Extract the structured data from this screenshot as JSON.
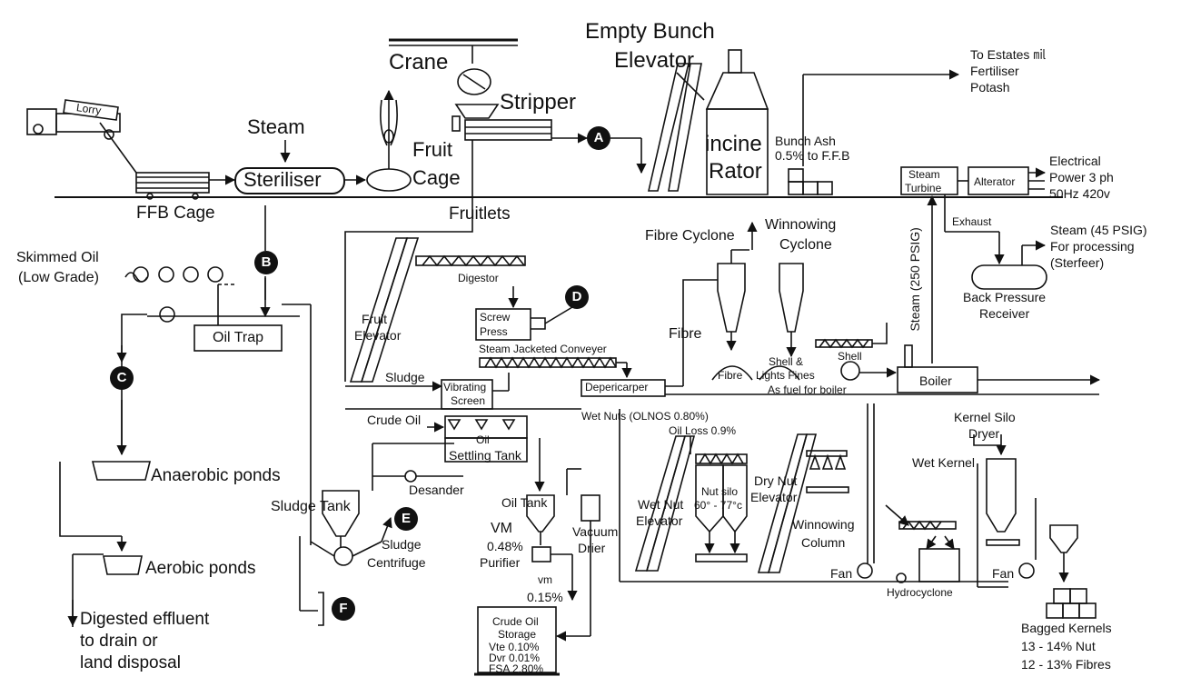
{
  "labels": {
    "lorry": "Lorry",
    "steam": "Steam",
    "steriliser": "Steriliser",
    "crane": "Crane",
    "fruit": "Fruit",
    "cage": "Cage",
    "stripper": "Stripper",
    "ffb_cage": "FFB Cage",
    "empty_bunch": "Empty Bunch",
    "elevator": "Elevator",
    "incine": "incine",
    "rator": "Rator",
    "bunch_ash_1": "Bunch Ash",
    "bunch_ash_2": "0.5% to F.F.B",
    "to_estates_1": "To Estates ㏕",
    "to_estates_2": "Fertiliser",
    "to_estates_3": "Potash",
    "steam_turbine_1": "Steam",
    "steam_turbine_2": "Turbine",
    "alterator": "Alterator",
    "electrical_1": "Electrical",
    "electrical_2": "Power 3 ph",
    "electrical_3": "50Hz 420v",
    "exhaust": "Exhaust",
    "steam45_1": "Steam (45 PSIG)",
    "steam45_2": "For processing",
    "steam45_3": "(Sterfeer)",
    "back_pressure_1": "Back Pressure",
    "back_pressure_2": "Receiver",
    "steam250": "Steam (250 PSIG)",
    "fruitlets": "Fruitlets",
    "skimmed_oil_1": "Skimmed Oil",
    "skimmed_oil_2": "(Low Grade)",
    "oil_trap": "Oil Trap",
    "fruit_elevator_1": "Fruit",
    "fruit_elevator_2": "Elevator",
    "digester": "Digestor",
    "screw_press_1": "Screw",
    "screw_press_2": "Press",
    "steam_jacketed": "Steam Jacketed Conveyer",
    "sludge": "Sludge",
    "vibrating_screen_1": "Vibrating",
    "vibrating_screen_2": "Screen",
    "depericarper": "Depericarper",
    "fibre_cyclone": "Fibre Cyclone",
    "winnowing_cyclone_1": "Winnowing",
    "winnowing_cyclone_2": "Cyclone",
    "fibre": "Fibre",
    "fibre_heap": "Fibre",
    "shell_lights_1": "Shell &",
    "shell_lights_2": "Lights Fines",
    "as_fuel": "As fuel for boiler",
    "shell": "Shell",
    "boiler": "Boiler",
    "crude_oil": "Crude Oil",
    "oil_settling_1": "Oil",
    "oil_settling_2": "Settling Tank",
    "wet_nuts": "Wet Nuts (OLNOS 0.80%)",
    "oil_loss": "Oil Loss 0.9%",
    "kernel_silo_1": "Kernel Silo",
    "kernel_silo_2": "Dryer",
    "wet_kernel": "Wet Kernel",
    "sludge_tank": "Sludge Tank",
    "desander": "Desander",
    "oil_tank": "Oil Tank",
    "vacuum_drier_1": "Vacuum",
    "vacuum_drier_2": "Drier",
    "nut_silo_1": "Nut silo",
    "nut_silo_2": "60° - 77°c",
    "dry_nut_elevator_1": "Dry Nut",
    "dry_nut_elevator_2": "Elevator",
    "wet_nut_elevator_1": "Wet Nut",
    "wet_nut_elevator_2": "Elevator",
    "winnowing_column_1": "Winnowing",
    "winnowing_column_2": "Column",
    "fan_left": "Fan",
    "fan_right": "Fan",
    "hydrocyclone": "Hydrocyclone",
    "sludge_centrifuge_1": "Sludge",
    "sludge_centrifuge_2": "Centrifuge",
    "vm_1": "VM",
    "vm_2": "0.48%",
    "purifier": "Purifier",
    "vm2_1": "vm",
    "vm2_2": "0.15%",
    "crude_oil_storage_1": "Crude Oil",
    "crude_oil_storage_2": "Storage",
    "crude_oil_storage_3": "Vte 0.10%",
    "crude_oil_storage_4": "Dvr 0.01%",
    "crude_oil_storage_5": "FSA 2.80%",
    "anaerobic_ponds": "Anaerobic ponds",
    "aerobic_ponds": "Aerobic ponds",
    "digested_1": "Digested effluent",
    "digested_2": "to drain or",
    "digested_3": "land disposal",
    "bagged_1": "Bagged Kernels",
    "bagged_2": "13 - 14% Nut",
    "bagged_3": "12 - 13% Fibres"
  },
  "badges": {
    "a": "A",
    "b": "B",
    "c": "C",
    "d": "D",
    "e": "E",
    "f": "F"
  },
  "colors": {
    "ink": "#111111",
    "paper": "#ffffff"
  }
}
